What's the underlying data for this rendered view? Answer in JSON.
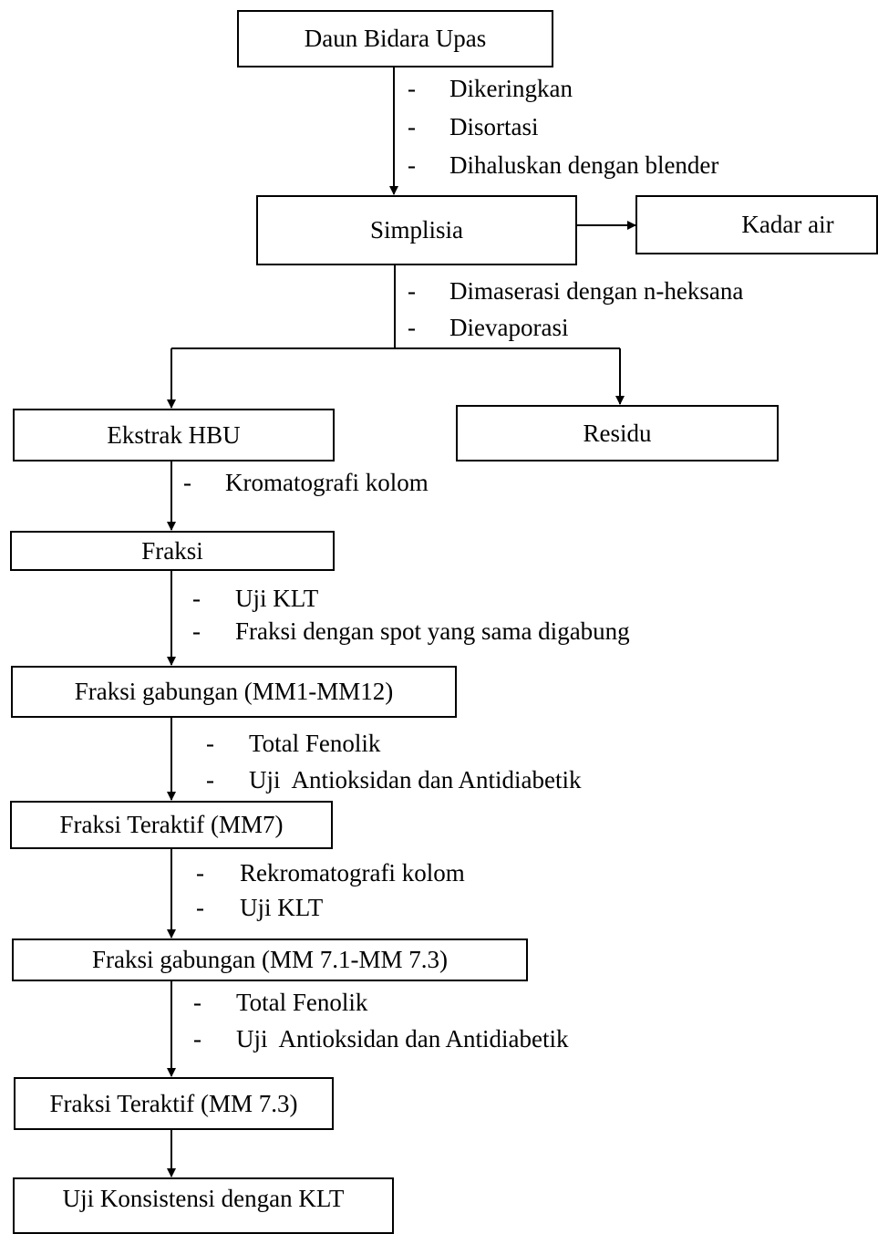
{
  "nodes": {
    "daun_bidara_upas": "Daun Bidara Upas",
    "simplisia": "Simplisia",
    "kadar_air": "Kadar air",
    "ekstrak_hbu": "Ekstrak HBU",
    "residu": "Residu",
    "fraksi": "Fraksi",
    "fraksi_gabungan_1": "Fraksi gabungan (MM1-MM12)",
    "fraksi_teraktif_1": "Fraksi Teraktif (MM7)",
    "fraksi_gabungan_2": "Fraksi gabungan (MM 7.1-MM 7.3)",
    "fraksi_teraktif_2": "Fraksi Teraktif (MM 7.3)",
    "uji_konsistensi": "Uji Konsistensi dengan KLT"
  },
  "steps": {
    "dash": "-",
    "dikeringkan": "Dikeringkan",
    "disortasi": "Disortasi",
    "dihaluskan": "Dihaluskan dengan blender",
    "dimaserasi": "Dimaserasi dengan n-heksana",
    "dievaporasi": "Dievaporasi",
    "kromatografi": "Kromatografi kolom",
    "uji_klt_1": "Uji KLT",
    "fraksi_spot": "Fraksi dengan spot yang sama digabung",
    "total_fenolik_1": "Total Fenolik",
    "uji_antioksidan_1": "Uji  Antioksidan dan Antidiabetik",
    "rekromatografi": "Rekromatografi kolom",
    "uji_klt_2": "Uji KLT",
    "total_fenolik_2": "Total Fenolik",
    "uji_antioksidan_2": "Uji  Antioksidan dan Antidiabetik"
  }
}
